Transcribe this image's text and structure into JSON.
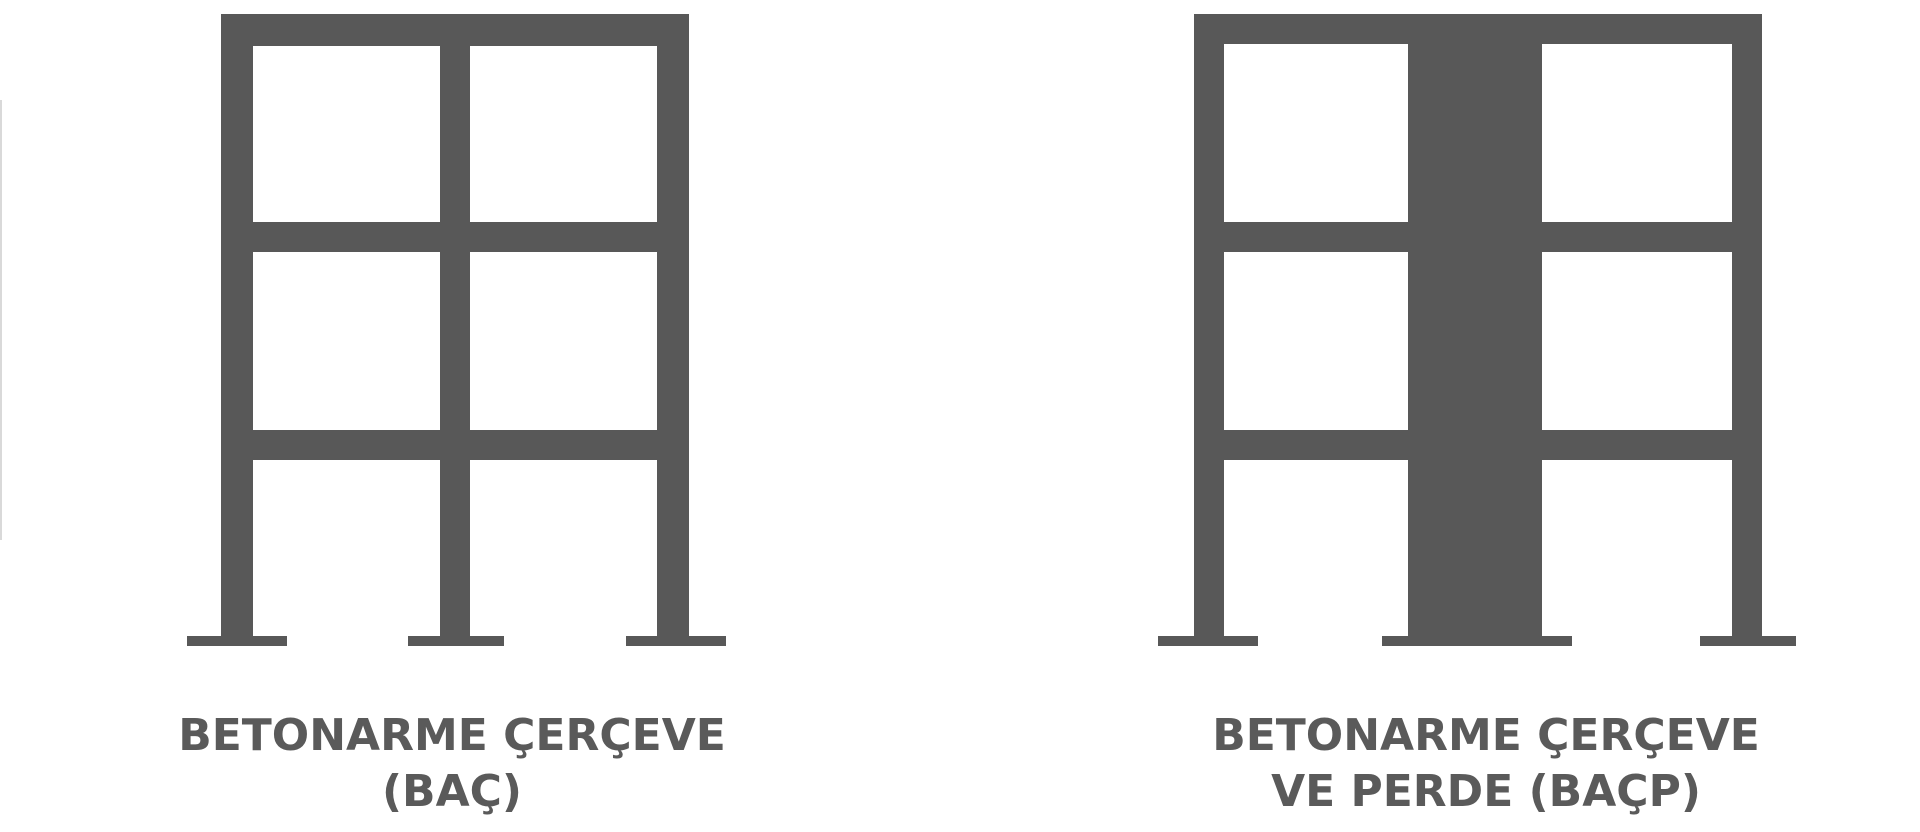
{
  "colors": {
    "structure": "#585858",
    "caption": "#5a5a5a",
    "background": "#ffffff"
  },
  "frames": [
    {
      "id": "bac",
      "caption": {
        "line1": "BETONARME ÇERÇEVE",
        "line2": "(BAÇ)"
      },
      "has_shear_wall": false
    },
    {
      "id": "bacp",
      "caption": {
        "line1": "BETONARME ÇERÇEVE",
        "line2": "VE PERDE (BAÇP)"
      },
      "has_shear_wall": true
    }
  ]
}
